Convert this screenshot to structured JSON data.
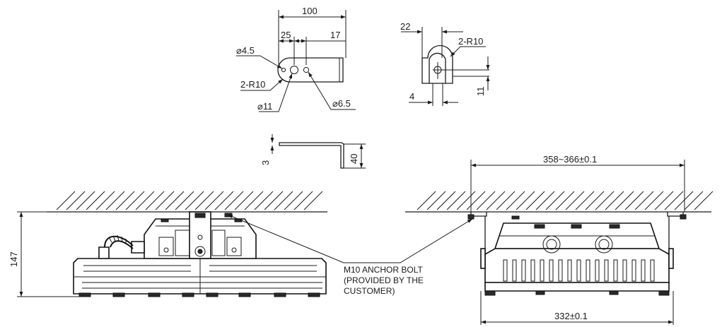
{
  "bracket_top": {
    "overall_width": "100",
    "hole_spacing": "25",
    "edge_offset": "17",
    "small_hole_dia": "⌀4.5",
    "corner_radius": "2-R10",
    "large_hole_dia": "⌀11",
    "mid_hole_dia": "⌀6.5"
  },
  "bracket_end": {
    "width": "22",
    "corner_radius": "2-R10",
    "plate_thickness": "4",
    "hole_height": "11"
  },
  "bracket_profile": {
    "thickness": "3",
    "leg_height": "40"
  },
  "side_view": {
    "height": "147"
  },
  "front_view": {
    "anchor_span": "358~366±0.1",
    "body_width": "332±0.1"
  },
  "callout": {
    "line1": "M10 ANCHOR BOLT",
    "line2": "(PROVIDED BY THE",
    "line3": "CUSTOMER)"
  }
}
